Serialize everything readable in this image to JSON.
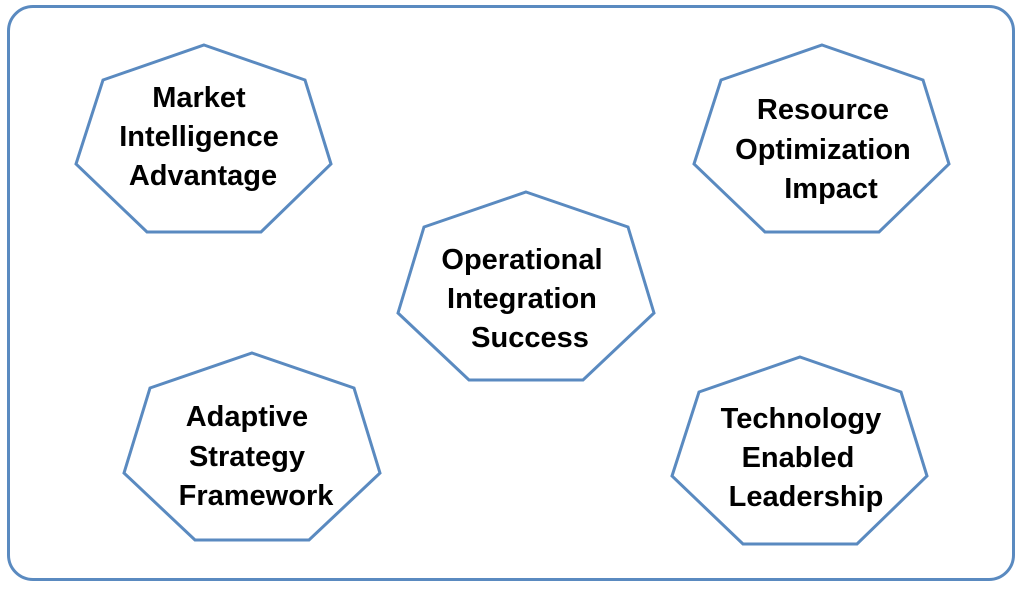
{
  "diagram": {
    "border_color": "#5a8ac0",
    "nodes": [
      {
        "id": "market",
        "lines": [
          "Market",
          "Intelligence",
          "Advantage"
        ]
      },
      {
        "id": "resource",
        "lines": [
          "Resource",
          "Optimization",
          "Impact"
        ]
      },
      {
        "id": "operational",
        "lines": [
          "Operational",
          "Integration",
          "Success"
        ]
      },
      {
        "id": "adaptive",
        "lines": [
          "Adaptive",
          "Strategy",
          "Framework"
        ]
      },
      {
        "id": "technology",
        "lines": [
          "Technology",
          "Enabled",
          "Leadership"
        ]
      }
    ]
  }
}
